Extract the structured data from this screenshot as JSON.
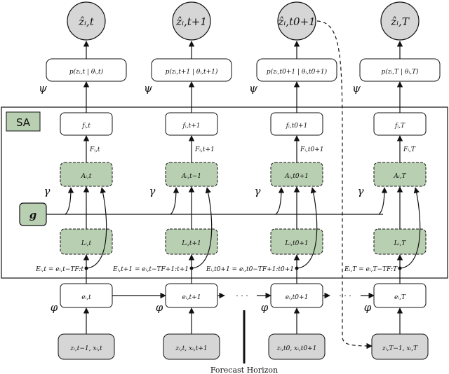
{
  "section_label": "SA",
  "global_node": "g",
  "forecast_label": "Forecast Horizon",
  "ellipsis": "· · ·",
  "param_labels": {
    "psi": "ψ",
    "gamma": "γ",
    "phi": "φ"
  },
  "columns": [
    {
      "z_hat": "ẑᵢ,t",
      "dist": "p(zᵢ,t | θᵢ,t)",
      "f": "fᵢ,t",
      "F": "Fᵢ,t",
      "A": "Aᵢ,t",
      "L": "Lᵢ,t",
      "E": "Eᵢ,t = eᵢ,t−TF:t",
      "e": "eᵢ,t",
      "input": "zᵢ,t−1, xᵢ,t"
    },
    {
      "z_hat": "ẑᵢ,t+1",
      "dist": "p(zᵢ,t+1 | θᵢ,t+1)",
      "f": "fᵢ,t+1",
      "F": "Fᵢ,t+1",
      "A": "Aᵢ,t−1",
      "L": "Lᵢ,t+1",
      "E": "Eᵢ,t+1 = eᵢ,t−TF+1:t+1",
      "e": "eᵢ,t+1",
      "input": "zᵢ,t, xᵢ,t+1"
    },
    {
      "z_hat": "ẑᵢ,t0+1",
      "dist": "p(zᵢ,t0+1 | θᵢ,t0+1)",
      "f": "fᵢ,t0+1",
      "F": "Fᵢ,t0+1",
      "A": "Aᵢ,t0+1",
      "L": "Lᵢ,t0+1",
      "E": "Eᵢ,t0+1 = eᵢ,t0−TF+1:t0+1",
      "e": "eᵢ,t0+1",
      "input": "zᵢ,t0, xᵢ,t0+1"
    },
    {
      "z_hat": "ẑᵢ,T",
      "dist": "p(zᵢ,T | θᵢ,T)",
      "f": "fᵢ,T",
      "F": "Fᵢ,T",
      "A": "Aᵢ,T",
      "L": "Lᵢ,T",
      "E": "Eᵢ,T = eᵢ,T−TF:T",
      "e": "eᵢ,T",
      "input": "zᵢ,T−1, xᵢ,T"
    }
  ]
}
